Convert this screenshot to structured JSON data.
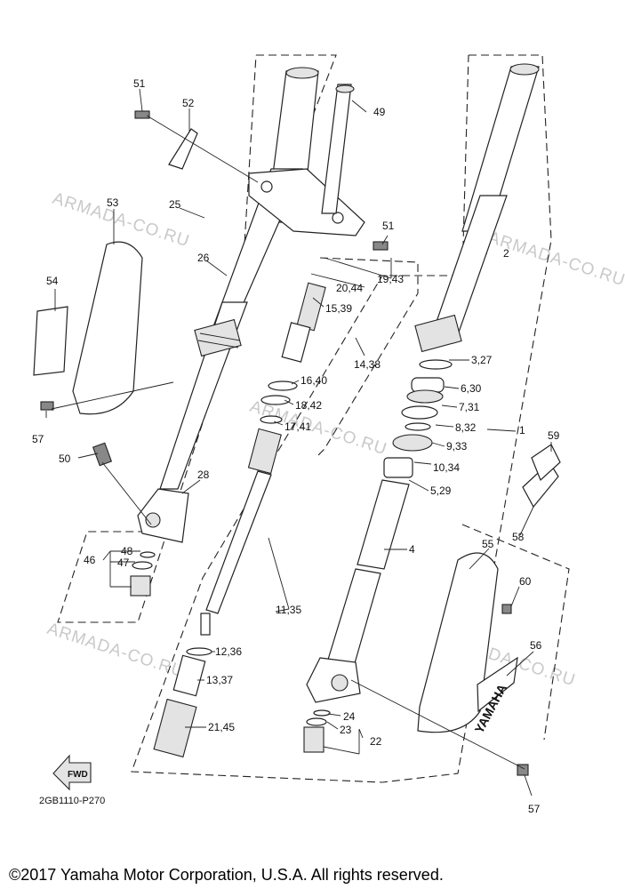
{
  "watermark": "ARMADA-CO.RU",
  "drawing_code": "2GB1110-P270",
  "fwd_label": "FWD",
  "brand_label": "YAMAHA",
  "copyright": "©2017 Yamaha Motor Corporation, U.S.A. All rights reserved.",
  "callouts": {
    "c1": "1",
    "c2": "2",
    "c3_27": "3,27",
    "c4": "4",
    "c5_29": "5,29",
    "c6_30": "6,30",
    "c7_31": "7,31",
    "c8_32": "8,32",
    "c9_33": "9,33",
    "c10_34": "10,34",
    "c11_35": "11,35",
    "c12_36": "12,36",
    "c13_37": "13,37",
    "c14_38": "14,38",
    "c15_39": "15,39",
    "c16_40": "16,40",
    "c17_41": "17,41",
    "c18_42": "18,42",
    "c19_43": "19,43",
    "c20_44": "20,44",
    "c21_45": "21,45",
    "c22": "22",
    "c23": "23",
    "c24": "24",
    "c25": "25",
    "c26": "26",
    "c28": "28",
    "c46": "46",
    "c47": "47",
    "c48": "48",
    "c49": "49",
    "c50": "50",
    "c51a": "51",
    "c51b": "51",
    "c52": "52",
    "c53": "53",
    "c54": "54",
    "c55": "55",
    "c56": "56",
    "c57a": "57",
    "c57b": "57",
    "c58": "58",
    "c59": "59",
    "c60": "60"
  }
}
